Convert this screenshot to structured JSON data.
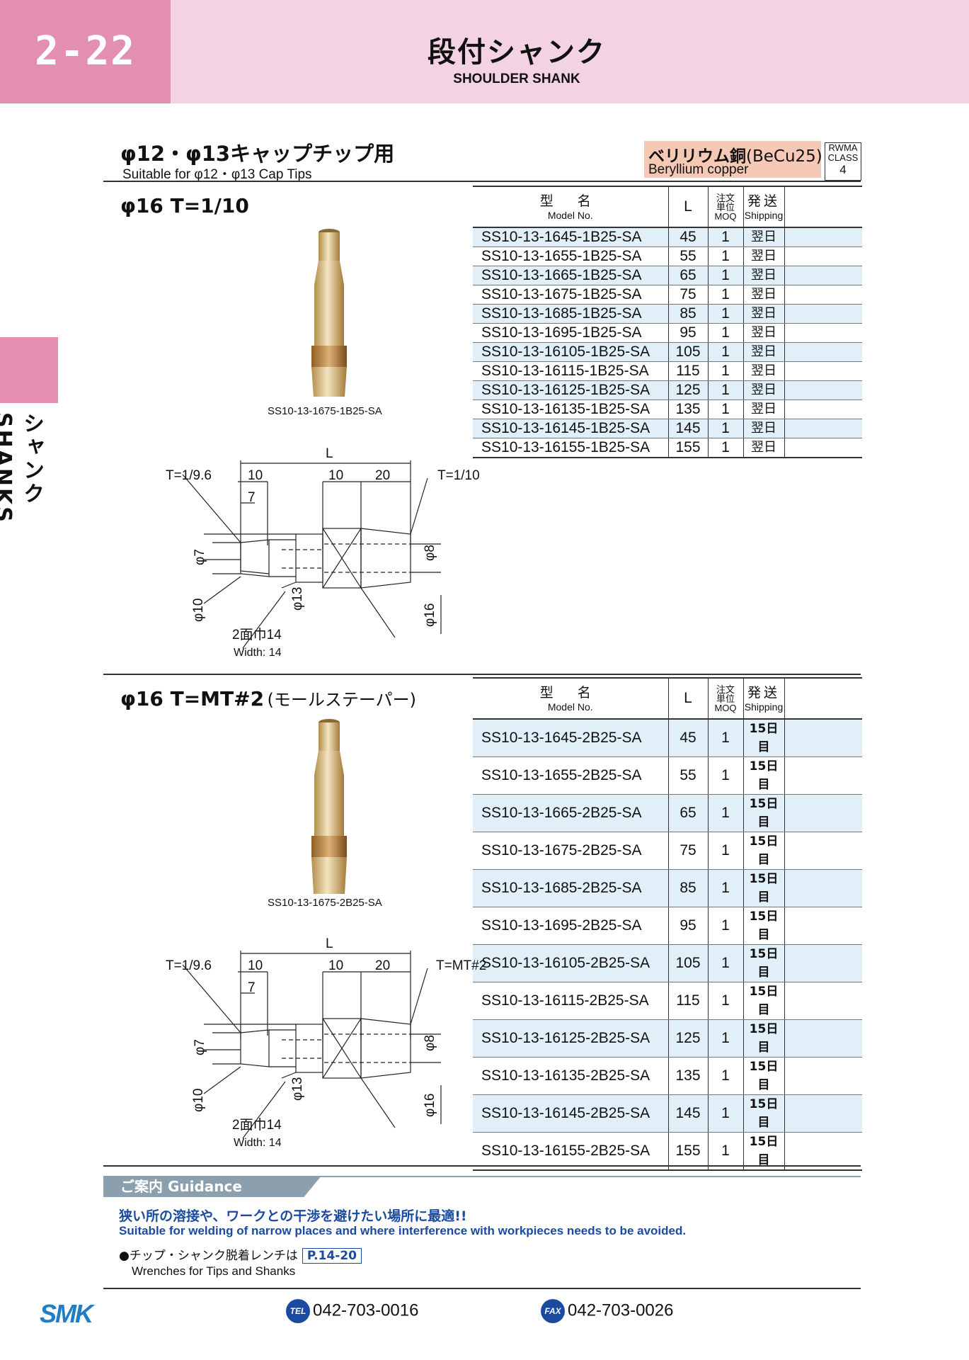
{
  "header": {
    "page_number": "2-22",
    "title_jp": "段付シャンク",
    "title_en": "SHOULDER SHANK"
  },
  "side_tab": {
    "text": "シャンク SHANKS"
  },
  "section": {
    "title_jp": "φ12・φ13キャップチップ用",
    "title_en": "Suitable for φ12・φ13 Cap Tips",
    "material_jp": "ベリリウム銅",
    "material_code": "(BeCu25)",
    "material_en": "Beryllium copper",
    "rwma_label1": "RWMA",
    "rwma_label2": "CLASS",
    "rwma_value": "4"
  },
  "table_header": {
    "model_jp": "型 名",
    "model_en": "Model No.",
    "l": "L",
    "moq_jp1": "注文",
    "moq_jp2": "単位",
    "moq_en": "MOQ",
    "ship_jp": "発送",
    "ship_en": "Shipping"
  },
  "products": [
    {
      "heading": "φ16 T=1/10",
      "photo_caption": "SS10-13-1675-1B25-SA",
      "rows": [
        {
          "model": "SS10-13-1645-1B25-SA",
          "l": "45",
          "moq": "1",
          "ship": "翌日"
        },
        {
          "model": "SS10-13-1655-1B25-SA",
          "l": "55",
          "moq": "1",
          "ship": "翌日"
        },
        {
          "model": "SS10-13-1665-1B25-SA",
          "l": "65",
          "moq": "1",
          "ship": "翌日"
        },
        {
          "model": "SS10-13-1675-1B25-SA",
          "l": "75",
          "moq": "1",
          "ship": "翌日"
        },
        {
          "model": "SS10-13-1685-1B25-SA",
          "l": "85",
          "moq": "1",
          "ship": "翌日"
        },
        {
          "model": "SS10-13-1695-1B25-SA",
          "l": "95",
          "moq": "1",
          "ship": "翌日"
        },
        {
          "model": "SS10-13-16105-1B25-SA",
          "l": "105",
          "moq": "1",
          "ship": "翌日"
        },
        {
          "model": "SS10-13-16115-1B25-SA",
          "l": "115",
          "moq": "1",
          "ship": "翌日"
        },
        {
          "model": "SS10-13-16125-1B25-SA",
          "l": "125",
          "moq": "1",
          "ship": "翌日"
        },
        {
          "model": "SS10-13-16135-1B25-SA",
          "l": "135",
          "moq": "1",
          "ship": "翌日"
        },
        {
          "model": "SS10-13-16145-1B25-SA",
          "l": "145",
          "moq": "1",
          "ship": "翌日"
        },
        {
          "model": "SS10-13-16155-1B25-SA",
          "l": "155",
          "moq": "1",
          "ship": "翌日"
        }
      ],
      "drawing": {
        "L": "L",
        "left_taper": "T=1/9.6",
        "right_taper": "T=1/10",
        "d10a": "10",
        "d7a": "7",
        "d10b": "10",
        "d20": "20",
        "phi7": "φ7",
        "phi10": "φ10",
        "phi13": "φ13",
        "phi8": "φ8",
        "phi16": "φ16",
        "width_jp": "2面巾14",
        "width_en": "Width: 14"
      }
    },
    {
      "heading": "φ16 T=MT#2",
      "heading_suffix": "(モールステーパー)",
      "photo_caption": "SS10-13-1675-2B25-SA",
      "rows": [
        {
          "model": "SS10-13-1645-2B25-SA",
          "l": "45",
          "moq": "1",
          "ship": "15日目"
        },
        {
          "model": "SS10-13-1655-2B25-SA",
          "l": "55",
          "moq": "1",
          "ship": "15日目"
        },
        {
          "model": "SS10-13-1665-2B25-SA",
          "l": "65",
          "moq": "1",
          "ship": "15日目"
        },
        {
          "model": "SS10-13-1675-2B25-SA",
          "l": "75",
          "moq": "1",
          "ship": "15日目"
        },
        {
          "model": "SS10-13-1685-2B25-SA",
          "l": "85",
          "moq": "1",
          "ship": "15日目"
        },
        {
          "model": "SS10-13-1695-2B25-SA",
          "l": "95",
          "moq": "1",
          "ship": "15日目"
        },
        {
          "model": "SS10-13-16105-2B25-SA",
          "l": "105",
          "moq": "1",
          "ship": "15日目"
        },
        {
          "model": "SS10-13-16115-2B25-SA",
          "l": "115",
          "moq": "1",
          "ship": "15日目"
        },
        {
          "model": "SS10-13-16125-2B25-SA",
          "l": "125",
          "moq": "1",
          "ship": "15日目"
        },
        {
          "model": "SS10-13-16135-2B25-SA",
          "l": "135",
          "moq": "1",
          "ship": "15日目"
        },
        {
          "model": "SS10-13-16145-2B25-SA",
          "l": "145",
          "moq": "1",
          "ship": "15日目"
        },
        {
          "model": "SS10-13-16155-2B25-SA",
          "l": "155",
          "moq": "1",
          "ship": "15日目"
        }
      ],
      "drawing": {
        "L": "L",
        "left_taper": "T=1/9.6",
        "right_taper": "T=MT#2",
        "d10a": "10",
        "d7a": "7",
        "d10b": "10",
        "d20": "20",
        "phi7": "φ7",
        "phi10": "φ10",
        "phi13": "φ13",
        "phi8": "φ8",
        "phi16": "φ16",
        "width_jp": "2面巾14",
        "width_en": "Width: 14"
      }
    }
  ],
  "guidance": {
    "tab": "ご案内 Guidance",
    "text_jp": "狭い所の溶接や、ワークとの干渉を避けたい場所に最適!!",
    "text_en": "Suitable for welding of narrow places and where interference with workpieces needs to be avoided.",
    "wrench_jp": "●チップ・シャンク脱着レンチは",
    "wrench_ref": "P.14-20",
    "wrench_en": "Wrenches for Tips and Shanks"
  },
  "footer": {
    "logo": "SMK",
    "tel_label": "TEL",
    "tel": "042-703-0016",
    "fax_label": "FAX",
    "fax": "042-703-0026"
  },
  "colors": {
    "header_pink": "#e38fb1",
    "header_light": "#f3d3e1",
    "row_blue": "#e1eff9",
    "guide_blue": "#1a4ba0"
  }
}
